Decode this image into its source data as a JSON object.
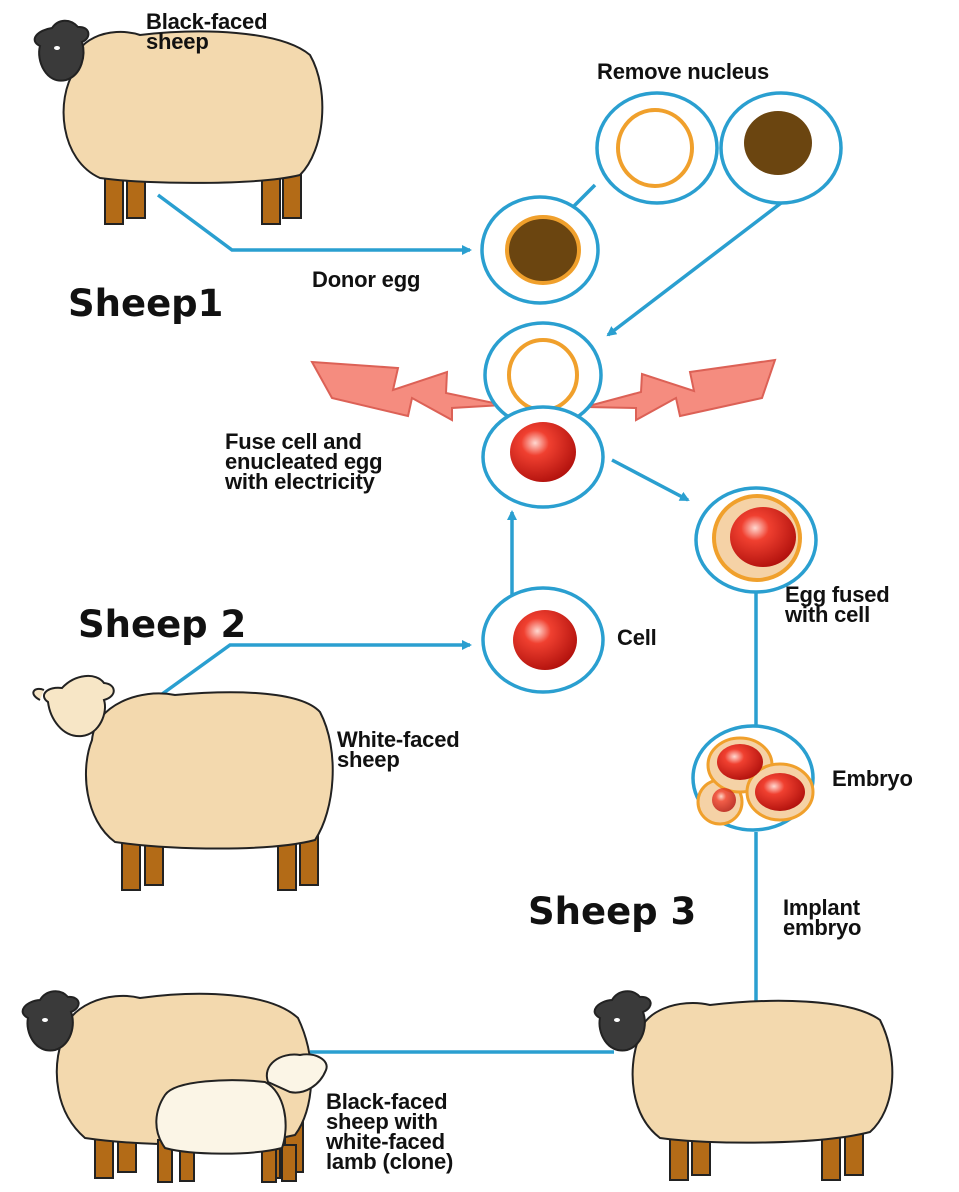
{
  "labels": {
    "black_faced_sheep": "Black-faced\nsheep",
    "remove_nucleus": "Remove nucleus",
    "donor_egg": "Donor egg",
    "sheep1": "Sheep1",
    "fuse": "Fuse cell and\nenucleated egg\nwith electricity",
    "egg_fused": "Egg fused\nwith cell",
    "sheep2": "Sheep 2",
    "cell": "Cell",
    "white_faced_sheep": "White-faced\nsheep",
    "embryo": "Embryo",
    "sheep3": "Sheep 3",
    "implant": "Implant\nembryo",
    "result": "Black-faced\nsheep with\nwhite-faced\nlamb (clone)"
  },
  "colors": {
    "line": "#2a9fd0",
    "membrane": "#f0a02c",
    "nucleus_dark": "#6b4510",
    "nucleus_red": "#e0241c",
    "cytoplasm": "#f5d2a6",
    "wool": "#f3d9ae",
    "lamb_wool": "#fbf5e6",
    "leg": "#b36b17",
    "face_black": "#3a3a3a",
    "bolt": "#f37060"
  }
}
